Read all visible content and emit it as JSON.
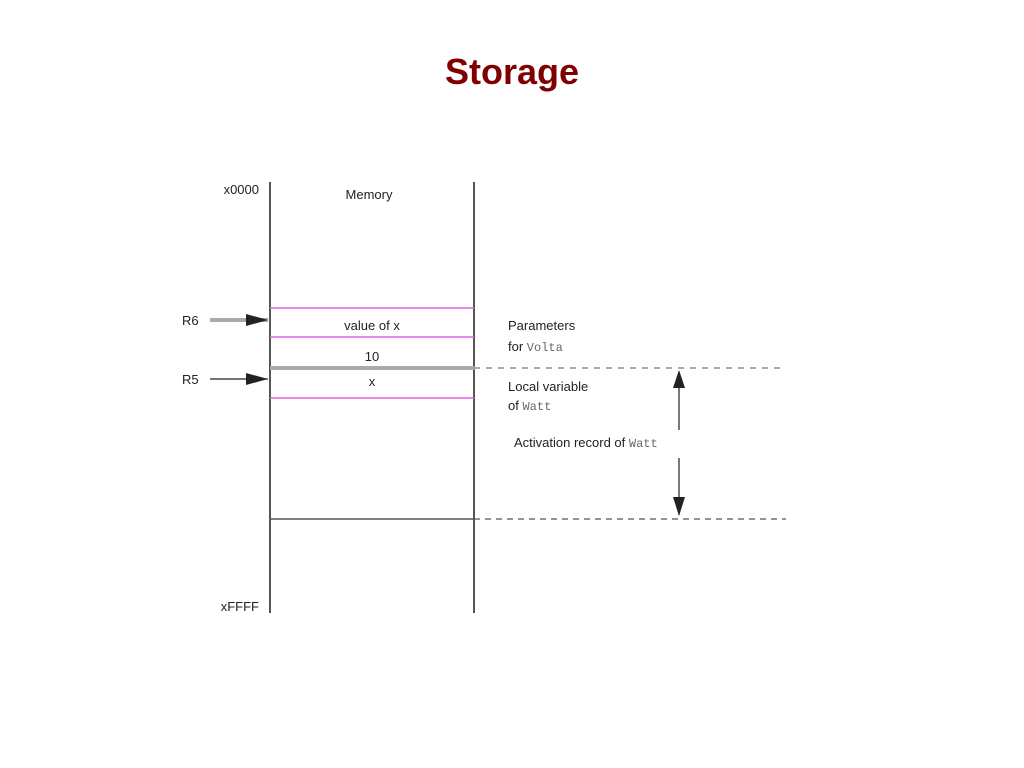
{
  "slide": {
    "title": "Storage",
    "title_color": "#800000"
  },
  "diagram": {
    "address_top": "x0000",
    "address_bottom": "xFFFF",
    "memory_label": "Memory",
    "pointers": [
      {
        "label": "R6"
      },
      {
        "label": "R5"
      }
    ],
    "cells": [
      {
        "label": "value of x"
      },
      {
        "label": "10"
      },
      {
        "label": "x"
      }
    ],
    "annotations": {
      "parameters_line1": "Parameters",
      "parameters_line2_prefix": "for ",
      "parameters_line2_code": "Volta",
      "local_line1": "Local variable",
      "local_line2_prefix": "of ",
      "local_line2_code": "Watt",
      "activation_prefix": "Activation record of ",
      "activation_code": "Watt"
    },
    "colors": {
      "frame_line": "#555555",
      "cell_border": "#e060e0",
      "stack_divider": "#aaaaaa",
      "pointer_arrow": "#222222"
    }
  }
}
